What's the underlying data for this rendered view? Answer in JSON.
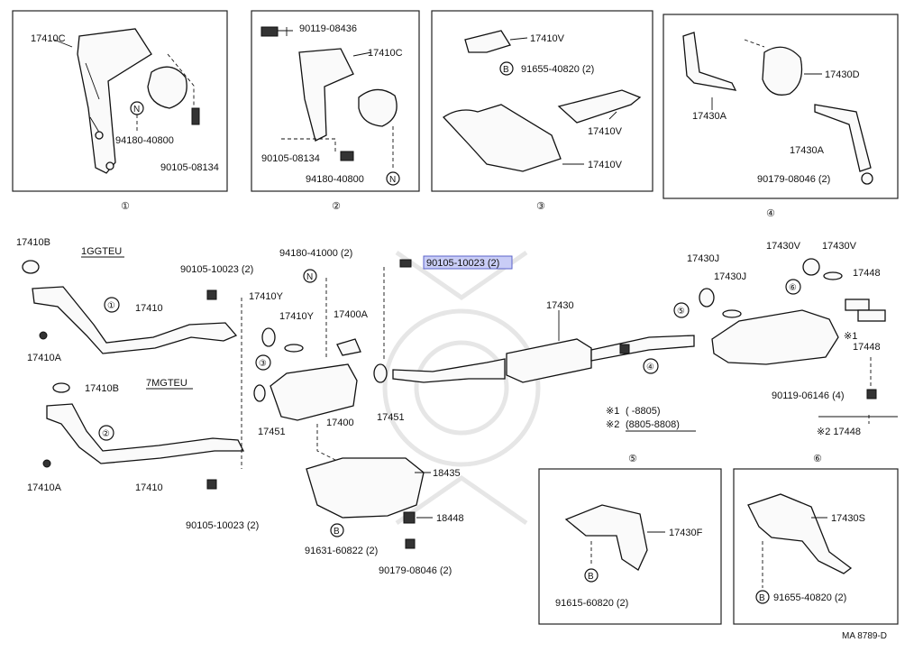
{
  "panels": [
    {
      "id": "p1",
      "number": "①",
      "labels": [
        "17410C",
        "94180-40800",
        "90105-08134"
      ],
      "markers": [
        "N"
      ]
    },
    {
      "id": "p2",
      "number": "②",
      "labels": [
        "90119-08436",
        "17410C",
        "90105-08134",
        "94180-40800"
      ],
      "markers": [
        "N"
      ]
    },
    {
      "id": "p3",
      "number": "③",
      "labels": [
        "17410V",
        "91655-40820 (2)",
        "17410V",
        "17410V"
      ],
      "markers": [
        "B"
      ]
    },
    {
      "id": "p4",
      "number": "④",
      "labels": [
        "17430D",
        "17430A",
        "17430A",
        "90179-08046 (2)"
      ]
    },
    {
      "id": "p5",
      "number": "⑤",
      "labels": [
        "17430F",
        "91615-60820 (2)"
      ],
      "markers": [
        "B"
      ]
    },
    {
      "id": "p6",
      "number": "⑥",
      "labels": [
        "17430S",
        "91655-40820 (2)"
      ],
      "markers": [
        "B"
      ]
    }
  ],
  "main": {
    "engine_labels": [
      "1GGTEU",
      "7MGTEU"
    ],
    "refs": [
      "①",
      "②",
      "③",
      "④",
      "⑤",
      "⑥"
    ],
    "labels": [
      "17410B",
      "17410A",
      "17410B",
      "17410A",
      "90105-10023 (2)",
      "17410",
      "17410",
      "90105-10023 (2)",
      "17410Y",
      "17410Y",
      "17451",
      "17451",
      "94180-41000 (2)",
      "17400A",
      "17400",
      "18435",
      "18448",
      "91631-60822 (2)",
      "90179-08046 (2)",
      "17430",
      "17430J",
      "17430J",
      "17430V",
      "17430V",
      "17448",
      "※1",
      "17448",
      "90119-06146 (4)",
      "※2 17448"
    ],
    "highlighted_label": "90105-10023 (2)",
    "markers": [
      "N",
      "B"
    ],
    "notes": [
      {
        "mark": "※1",
        "range": "(      -8805)"
      },
      {
        "mark": "※2",
        "range": "(8805-8808)"
      }
    ]
  },
  "footer": {
    "code": "MA  8789-D"
  }
}
